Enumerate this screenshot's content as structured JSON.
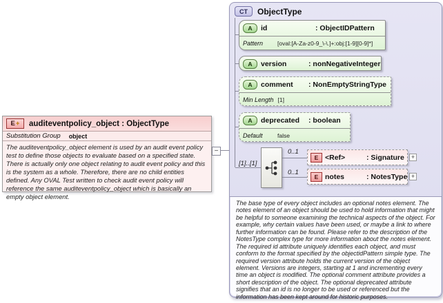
{
  "left_box": {
    "badge": "E",
    "badge_plus": "+",
    "title": "auditeventpolicy_object : ObjectType",
    "substitution_group_label": "Substitution Group",
    "substitution_group_value": "object",
    "description": "The auditeventpolicy_object element is used by an audit event policy test to define those objects to evaluate based on a specified state. There is actually only one object relating to audit event policy and this is the system as a whole. Therefore, there are no child entities defined. Any OVAL Test written to check audit event policy will reference the same auditeventpolicy_object which is basically an empty object element."
  },
  "connector": {
    "collapse_glyph": "−"
  },
  "right_box": {
    "badge": "CT",
    "title": "ObjectType",
    "attributes": [
      {
        "badge": "A",
        "name": "id",
        "type_display": ": ObjectIDPattern",
        "facet_label": "Pattern",
        "facet_value": "[oval:[A-Za-z0-9_\\-\\.]+:obj:[1-9][0-9]*]"
      },
      {
        "badge": "A",
        "name": "version",
        "type_display": ": nonNegativeInteger"
      },
      {
        "badge": "A",
        "name": "comment",
        "type_display": ": NonEmptyStringType",
        "facet_label": "Min Length",
        "facet_value": "[1]"
      },
      {
        "badge": "A",
        "name": "deprecated",
        "type_display": ": boolean",
        "facet_label": "Default",
        "facet_value": "false"
      }
    ],
    "sequence": {
      "cardinality": "[1]..[1]",
      "children": [
        {
          "badge": "E",
          "cardinality": "0..1",
          "name": "<Ref>",
          "type_display": ": Signature",
          "expand_glyph": "+"
        },
        {
          "badge": "E",
          "cardinality": "0..1",
          "name": "notes",
          "type_display": ": NotesType",
          "expand_glyph": "+"
        }
      ]
    },
    "description": "The base type of every object includes an optional notes element. The notes element of an object should be used to hold information that might be helpful to someone examining the technical aspects of the object. For example, why certain values have been used, or maybe a link to where further information can be found. Please refer to the description of the NotesType complex type for more information about the notes element. The required id attribute uniquely identifies each object, and must conform to the format specified by the objectidPattern simple type. The required version attribute holds the current version of the object element. Versions are integers, starting at 1 and incrementing every time an object is modified. The optional comment attribute provides a short description of the object. The optional deprecated attribute signifies that an id is no longer to be used or referenced but the information has been kept around for historic purposes."
  }
}
